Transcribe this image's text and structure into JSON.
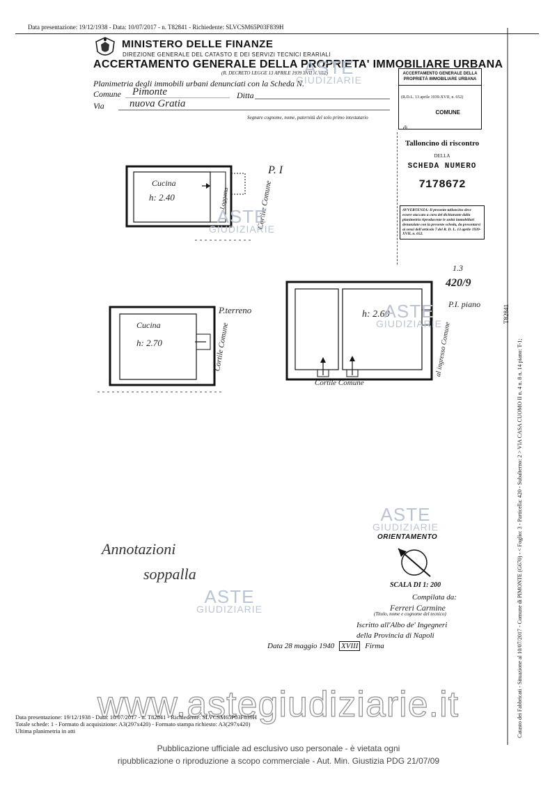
{
  "header": {
    "top_line": "Data presentazione: 19/12/1938 - Data: 10/07/2017 - n. T82841 - Richiedente: SLVCSM65P03F839H",
    "ministero": "MINISTERO DELLE FINANZE",
    "direzione": "DIREZIONE GENERALE DEL CATASTO E DEI SERVIZI TECNICI ERARIALI",
    "title": "ACCERTAMENTO GENERALE DELLA PROPRIETA' IMMOBILIARE URBANA",
    "decreto": "(R. DECRETO LEGGE 13 APRILE 1939 XVII N. 652)",
    "planimetria": "Planimetria degli immobili urbani denunciati con la Scheda N.",
    "comune_label": "Comune",
    "comune_value": "Pimonte",
    "ditta_label": "Ditta",
    "via_label": "Via",
    "via_value": "nuova Gratia",
    "segnare": "Segnare cognome, nome, paternità del solo primo intestatario"
  },
  "stamp": {
    "header": "ACCERTAMENTO GENERALE DELLA PROPRIETÀ IMMOBILIARE URBANA",
    "rdl": "(R.D.L. 13 aprile 1939-XVII, n. 652)",
    "comune": "COMUNE",
    "di": "di"
  },
  "talloncino": {
    "title": "Talloncino di riscontro",
    "della": "DELLA",
    "scheda": "SCHEDA NUMERO",
    "numero": "7178672",
    "avvertenza": "AVVERTENZA: Il presente talloncino deve essere staccato a cura del dichiarante dalla planimetria riproducente le unità immobiliari denunziate con la presente scheda, da presentarsi ai sensi dell'articolo 7 del R. D. L. 13 aprile 1939-XVII, n. 652."
  },
  "plans": {
    "p1_label": "P. I",
    "p1_room": "Cucina",
    "p1_height": "h: 2.40",
    "p1_side": "Loggetta",
    "p1_court": "Cortile Comune",
    "pt_label": "P.terreno",
    "pt_room": "Cucina",
    "pt_height": "h: 2.70",
    "pt_court": "Cortile Comune",
    "b_height": "h: 2.60",
    "b_court": "Cortile Comune",
    "b_side": "al ingresso Comune",
    "b_ref1": "1.3",
    "b_ref2": "420/9",
    "b_ref3": "P.I. piano",
    "note1": "Annotazioni",
    "note2": "soppalla"
  },
  "orientamento": {
    "label": "ORIENTAMENTO",
    "scala": "SCALA DI 1: 200",
    "compilata": "Compilata da:",
    "compilatore": "Ferreri Carmine",
    "titolo": "(Titolo, nome e cognome del tecnico)",
    "iscritto": "Iscritto all'Albo de' Ingegneri",
    "provincia": "della Provincia di Napoli",
    "data": "Data 28 maggio 1940",
    "anno": "XVIII",
    "firma": "Firma"
  },
  "side": {
    "vertical_id": "T82841",
    "catasto": "Catasto dei Fabbricati - Situazione al 10/07/2017 - Comune di PIMONTE (G670) - < Foglio: 3 - Particella: 420 - Subalterno: 2 > VIA CASA CUOMO II n. 4 n. 8 n. 14 piano: T-1;"
  },
  "watermark": {
    "aste": "ASTE",
    "giudiziarie": "GIUDIZIARIE",
    "site": "www.astegiudiziarie.it"
  },
  "footer": {
    "line1": "Data presentazione: 19/12/1938 - Data: 10/07/2017 - n. T82841 - Richiedente: SLVCSM65P03F839H",
    "line2": "Totale schede: 1 - Formato di acquisizione: A3(297x420) - Formato stampa richiesto: A3(297x420)",
    "line3": "Ultima planimetria in atti",
    "notice1": "Pubblicazione ufficiale ad esclusivo uso personale - è vietata ogni",
    "notice2": "ripubblicazione o riproduzione a scopo commerciale - Aut. Min. Giustizia PDG 21/07/09"
  }
}
